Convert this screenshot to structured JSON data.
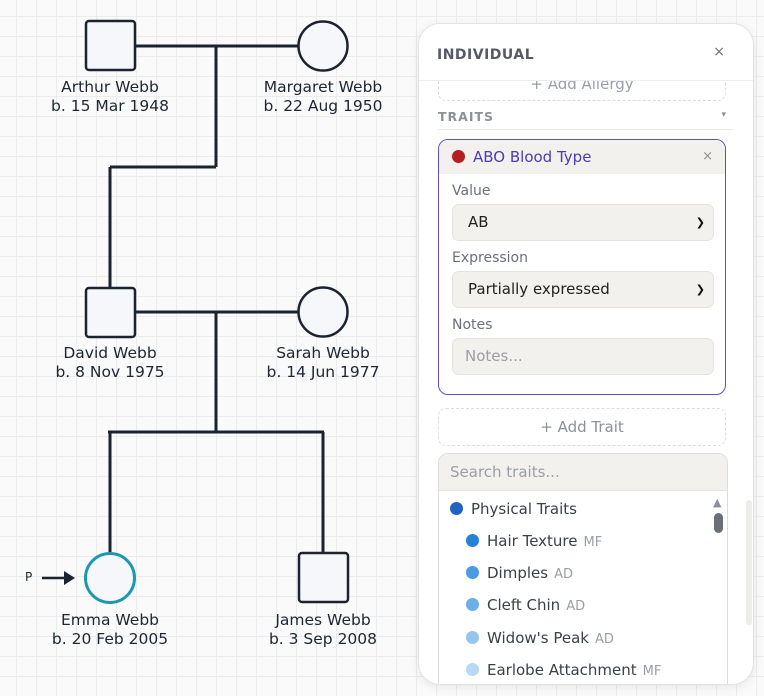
{
  "pedigree": {
    "people": [
      {
        "id": "arthur",
        "name": "Arthur Webb",
        "birth": "b. 15 Mar 1948",
        "sex": "male"
      },
      {
        "id": "margaret",
        "name": "Margaret Webb",
        "birth": "b. 22 Aug 1950",
        "sex": "female"
      },
      {
        "id": "david",
        "name": "David Webb",
        "birth": "b. 8 Nov 1975",
        "sex": "male"
      },
      {
        "id": "sarah",
        "name": "Sarah Webb",
        "birth": "b. 14 Jun 1977",
        "sex": "female"
      },
      {
        "id": "emma",
        "name": "Emma Webb",
        "birth": "b. 20 Feb 2005",
        "sex": "female",
        "proband": true
      },
      {
        "id": "james",
        "name": "James Webb",
        "birth": "b. 3 Sep 2008",
        "sex": "male"
      }
    ],
    "proband_label": "P",
    "colors": {
      "line": "#1c2230",
      "proband_outline": "#1c98b2",
      "node_fill": "#f6f7fb"
    }
  },
  "panel": {
    "title": "INDIVIDUAL",
    "close_icon": "×",
    "add_allergy_label": "+ Add Allergy",
    "traits_section_label": "TRAITS",
    "traits_section_icon": "▾",
    "trait_card": {
      "name": "ABO Blood Type",
      "dot_color": "#b61f22",
      "remove_icon": "×",
      "value_label": "Value",
      "value": "AB",
      "expression_label": "Expression",
      "expression": "Partially expressed",
      "notes_label": "Notes",
      "notes_placeholder": "Notes..."
    },
    "add_trait_label": "+ Add Trait",
    "trait_search": {
      "placeholder": "Search traits...",
      "group": {
        "name": "Physical Traits",
        "dot_color": "#1e63c2"
      },
      "items": [
        {
          "name": "Hair Texture",
          "inheritance": "MF",
          "dot_color": "#2483d8"
        },
        {
          "name": "Dimples",
          "inheritance": "AD",
          "dot_color": "#4a9ae4"
        },
        {
          "name": "Cleft Chin",
          "inheritance": "AD",
          "dot_color": "#6aaeea"
        },
        {
          "name": "Widow's Peak",
          "inheritance": "AD",
          "dot_color": "#94c4ef"
        },
        {
          "name": "Earlobe Attachment",
          "inheritance": "MF",
          "dot_color": "#b9d8f4"
        }
      ]
    }
  }
}
